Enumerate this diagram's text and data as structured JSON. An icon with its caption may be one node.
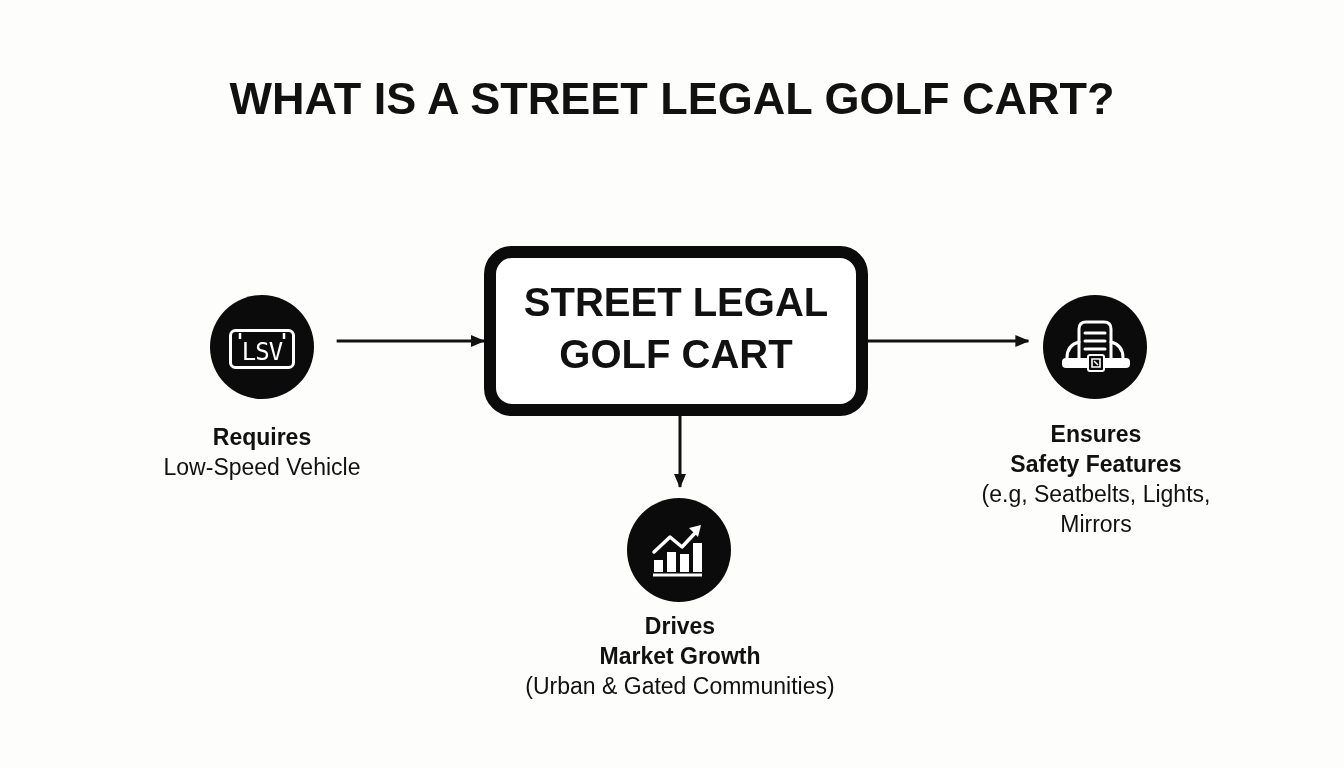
{
  "diagram": {
    "title": "WHAT IS A STREET LEGAL GOLF CART?",
    "nodes": [
      {
        "text": [
          "LSV"
        ],
        "beside": [
          "Requires",
          "Low-Speed Vehicle"
        ]
      },
      {
        "text": [
          "STREET LEGAL GOLF CART"
        ]
      },
      {
        "text": [],
        "shape": "circle",
        "beside": [
          "Ensures",
          "Safety Features",
          "(e.g, Seatbelts, Lights, Mirrors"
        ]
      },
      {
        "text": [],
        "shape": "circle",
        "beside": [
          "Drives",
          "Market Growth",
          "(Urban & Gated Communities)"
        ]
      }
    ],
    "edges": [
      {
        "from": 0,
        "to": 1,
        "arrow": "to"
      },
      {
        "from": 1,
        "to": 2,
        "arrow": "to"
      },
      {
        "from": 1,
        "to": 3,
        "arrow": "to"
      }
    ]
  }
}
